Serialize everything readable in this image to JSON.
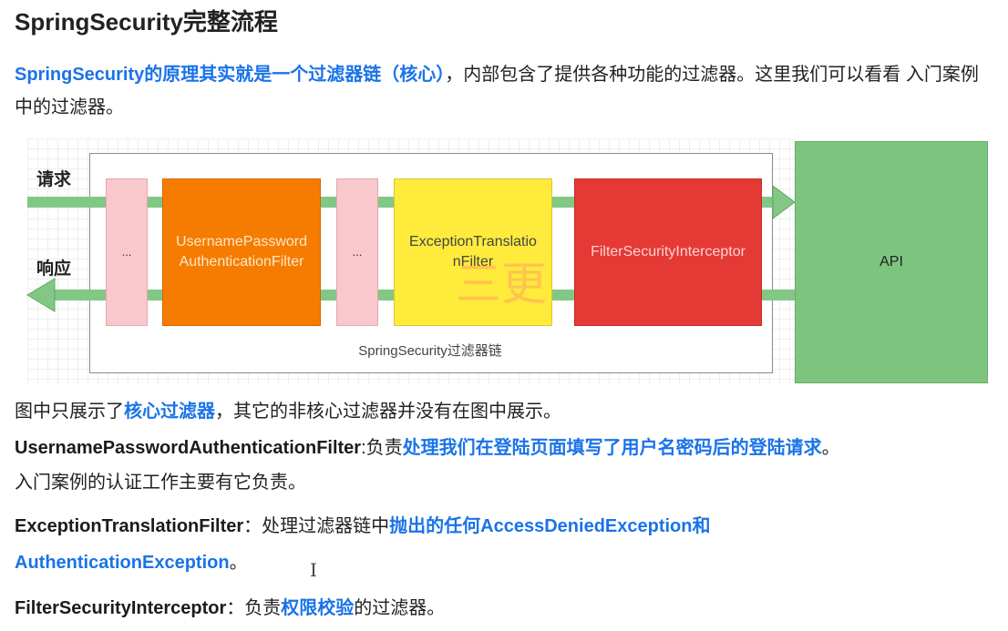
{
  "title": "SpringSecurity完整流程",
  "intro": {
    "highlight": "SpringSecurity的原理其实就是一个过滤器链（核心）",
    "rest": "，内部包含了提供各种功能的过滤器。这里我们可以看看 入门案例中的过滤器。"
  },
  "diagram": {
    "request_label": "请求",
    "response_label": "响应",
    "dots_1": "...",
    "dots_2": "...",
    "filter_username": "UsernamePassword AuthenticationFilter",
    "filter_exception": "ExceptionTranslatio nFilter",
    "filter_security": "FilterSecurityInterceptor",
    "api_label": "API",
    "chain_label": "SpringSecurity过滤器链",
    "watermark": "三更",
    "colors": {
      "arrow": "#82c785",
      "pink": "#f8c8cc",
      "orange": "#f57c00",
      "yellow": "#ffeb3b",
      "red": "#e53935",
      "api": "#7dc57f"
    }
  },
  "notes": {
    "p2_a": "图中只展示了",
    "p2_b": "核心过滤器",
    "p2_c": "，其它的非核心过滤器并没有在图中展示。",
    "p3_a": "UsernamePasswordAuthenticationFilter",
    "p3_b": ":负责",
    "p3_c": "处理我们在登陆页面填写了用户名密码后的登陆请求",
    "p3_d": "。",
    "p4": "入门案例的认证工作主要有它负责。",
    "p5_a": "ExceptionTranslationFilter",
    "p5_b": "：处理过滤器链中",
    "p5_c": "抛出的任何AccessDeniedException和",
    "p6_a": "AuthenticationException",
    "p6_b": "。",
    "p7_a": "FilterSecurityInterceptor",
    "p7_b": "：负责",
    "p7_c": "权限校验",
    "p7_d": "的过滤器。"
  }
}
